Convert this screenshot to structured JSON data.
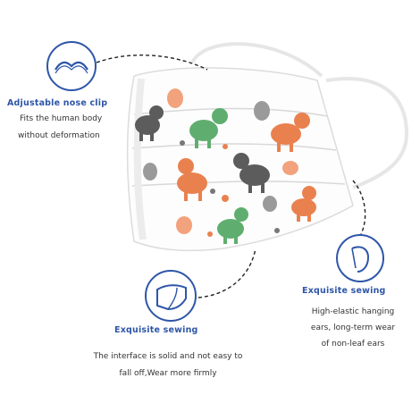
{
  "callouts": {
    "nose_clip": {
      "heading": "Adjustable nose clip",
      "lines": [
        "Fits the human body",
        "without deformation"
      ]
    },
    "sewing_left": {
      "heading": "Exquisite sewing",
      "lines": [
        "The interface is solid and not easy to",
        "fall off,Wear more firmly"
      ]
    },
    "sewing_right": {
      "heading": "Exquisite sewing",
      "lines": [
        "High-elastic hanging",
        "ears, long-term wear",
        "of non-leaf ears"
      ]
    }
  },
  "colors": {
    "accent": "#2e56a8",
    "dino_green": "#5fae6f",
    "dino_orange": "#e9814f",
    "dino_gray": "#5c5c5c",
    "egg_orange": "#f2a27c",
    "egg_gray": "#9a9a9a"
  },
  "icons": [
    "nose-clip-icon",
    "ear-loop-icon",
    "mask-seam-icon"
  ]
}
